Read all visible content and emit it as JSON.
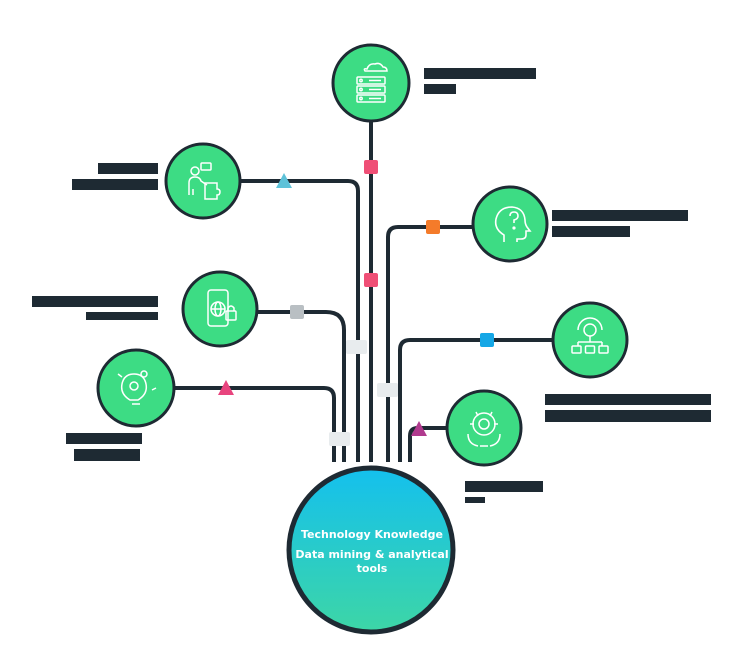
{
  "center": {
    "line1": "Technology Knowledge",
    "line2": "Data mining & analytical tools",
    "gradient_top": "#14c0ee",
    "gradient_bottom": "#3dd6a6"
  },
  "colors": {
    "node_fill": "#3ddc84",
    "line": "#1e2a33",
    "label_bar": "#1e2a33"
  },
  "nodes": [
    {
      "id": "top",
      "icon": "server-cloud-icon",
      "marker": "square",
      "marker_color": "#ef4f76"
    },
    {
      "id": "upper-left",
      "icon": "presenter-puzzle-icon",
      "marker": "triangle",
      "marker_color": "#5ec2d9"
    },
    {
      "id": "upper-right",
      "icon": "head-question-icon",
      "marker": "square",
      "marker_color": "#f47b2a"
    },
    {
      "id": "mid-left",
      "icon": "mobile-globe-lock-icon",
      "marker": "square",
      "marker_color": "#b9bfc3"
    },
    {
      "id": "mid-right",
      "icon": "gear-network-icon",
      "marker": "square",
      "marker_color": "#15a7e6"
    },
    {
      "id": "lower-left",
      "icon": "bulb-gears-icon",
      "marker": "triangle",
      "marker_color": "#e8447e"
    },
    {
      "id": "lower-right",
      "icon": "gear-brain-icon",
      "marker": "triangle",
      "marker_color": "#b03a8e"
    }
  ]
}
